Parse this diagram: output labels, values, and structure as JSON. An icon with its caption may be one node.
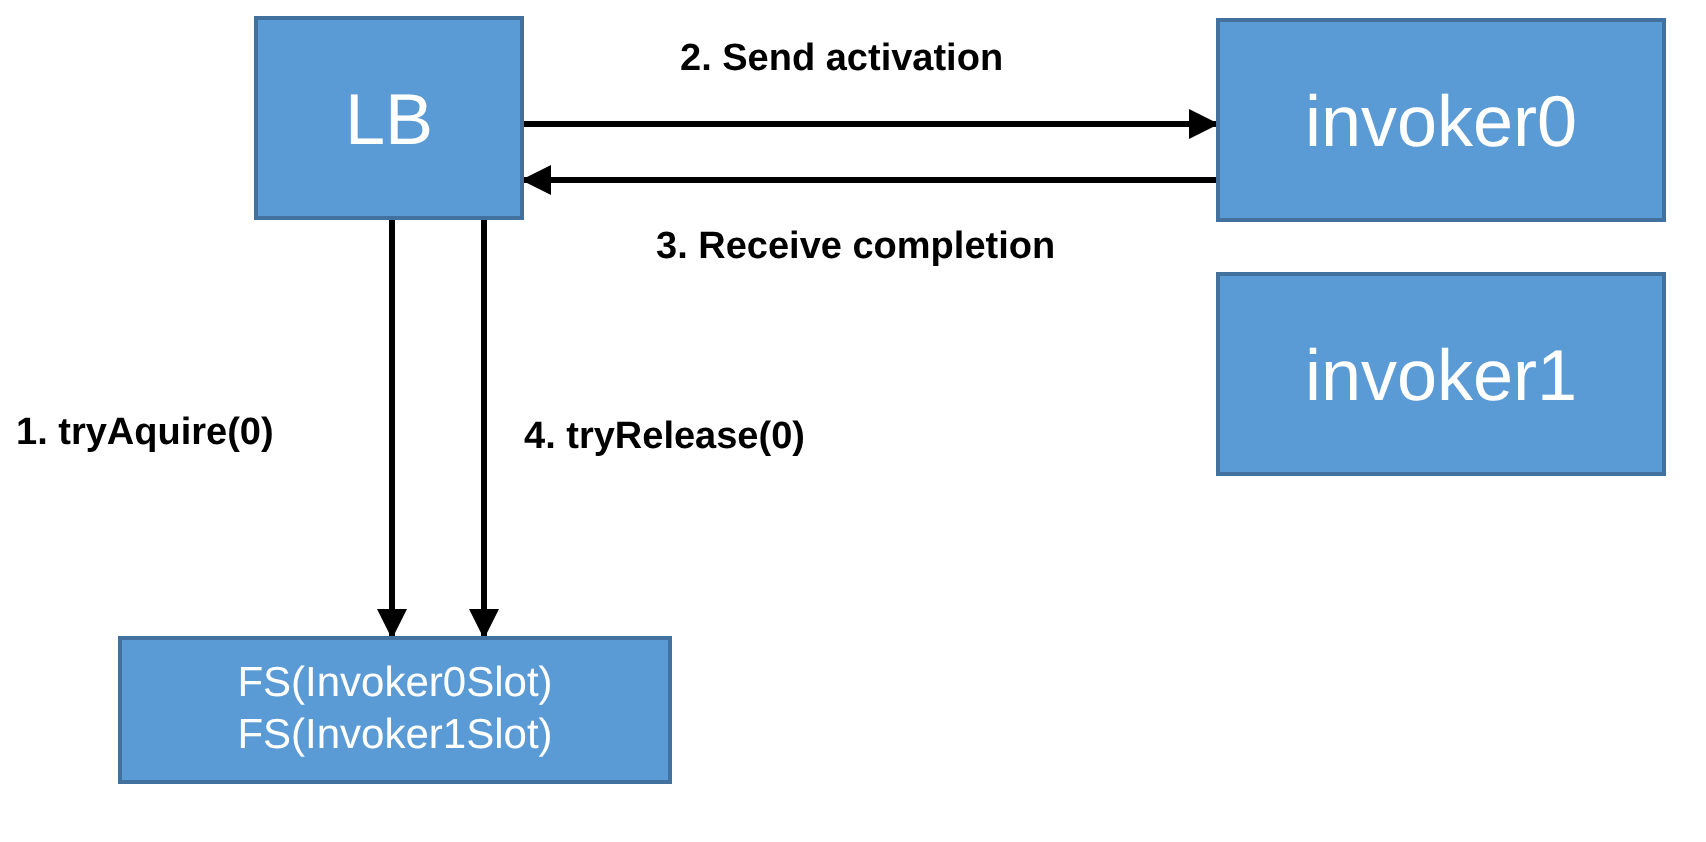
{
  "diagram": {
    "nodes": [
      {
        "text": [
          "LB"
        ]
      },
      {
        "text": [
          "invoker0"
        ]
      },
      {
        "text": [
          "invoker1"
        ]
      },
      {
        "text": [
          "FS(Invoker0Slot)",
          "FS(Invoker1Slot)"
        ]
      }
    ],
    "edges": [
      {
        "from": 0,
        "to": 1,
        "arrow": "to",
        "label": "2. Send activation"
      },
      {
        "from": 1,
        "to": 0,
        "arrow": "to",
        "label": "3. Receive completion"
      },
      {
        "from": 0,
        "to": 3,
        "arrow": "to",
        "label": "1. tryAquire(0)"
      },
      {
        "from": 0,
        "to": 3,
        "arrow": "to",
        "label": "4. tryRelease(0)"
      }
    ]
  }
}
